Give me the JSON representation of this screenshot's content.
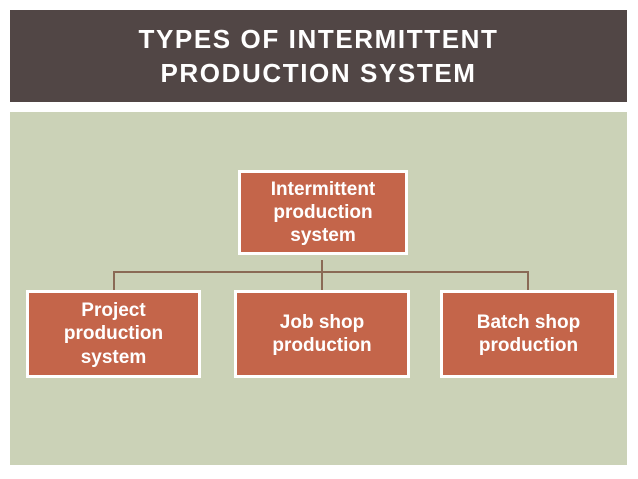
{
  "slide": {
    "background_color": "#ffffff",
    "body_background_color": "#cbd2b7",
    "title_bar_color": "#514645",
    "node_fill_color": "#c4654a",
    "node_border_color": "#ffffff",
    "connector_color": "#8a6a55",
    "text_color": "#ffffff"
  },
  "header": {
    "title": "TYPES OF INTERMITTENT\nPRODUCTION SYSTEM",
    "title_line1": "TYPES OF INTERMITTENT",
    "title_line2": "PRODUCTION SYSTEM"
  },
  "diagram": {
    "type": "hierarchy",
    "root": {
      "label": "Intermittent\nproduction\nsystem"
    },
    "children": [
      {
        "label": "Project\nproduction\nsystem"
      },
      {
        "label": "Job shop\nproduction"
      },
      {
        "label": "Batch shop\nproduction"
      }
    ]
  }
}
